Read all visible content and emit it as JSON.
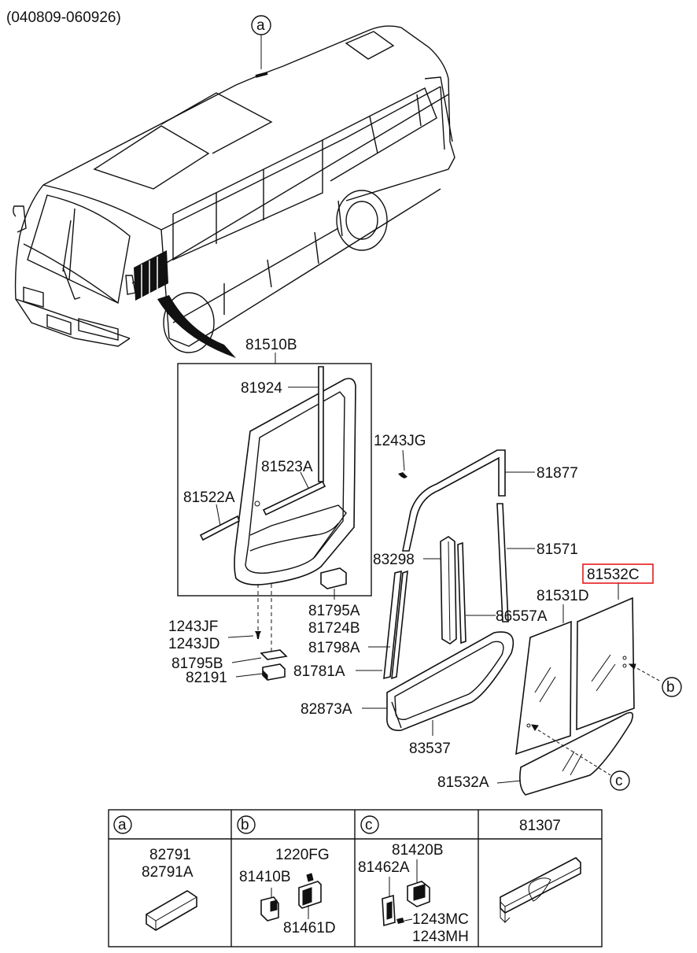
{
  "header": {
    "date_range": "(040809-060926)"
  },
  "callouts": {
    "a": "a",
    "b": "b",
    "c": "c"
  },
  "labels": {
    "l81510B": "81510B",
    "l81924": "81924",
    "l81523A": "81523A",
    "l81522A": "81522A",
    "l81795A": "81795A",
    "l81724B": "81724B",
    "l1243JF": "1243JF",
    "l1243JD": "1243JD",
    "l81795B": "81795B",
    "l82191": "82191",
    "l81798A": "81798A",
    "l81781A": "81781A",
    "l1243JG": "1243JG",
    "l81877": "81877",
    "l81571": "81571",
    "l83298": "83298",
    "l86557A": "86557A",
    "l81532C": "81532C",
    "l81531D": "81531D",
    "l82873A": "82873A",
    "l83537": "83537",
    "l81532A": "81532A"
  },
  "highlight_color": "#e8191c",
  "table": {
    "headers": [
      "a",
      "b",
      "c",
      "81307"
    ],
    "cells": {
      "a": [
        "82791",
        "82791A"
      ],
      "b": [
        "1220FG",
        "81410B",
        "81461D"
      ],
      "c": [
        "81420B",
        "81462A",
        "1243MC",
        "1243MH"
      ]
    }
  }
}
